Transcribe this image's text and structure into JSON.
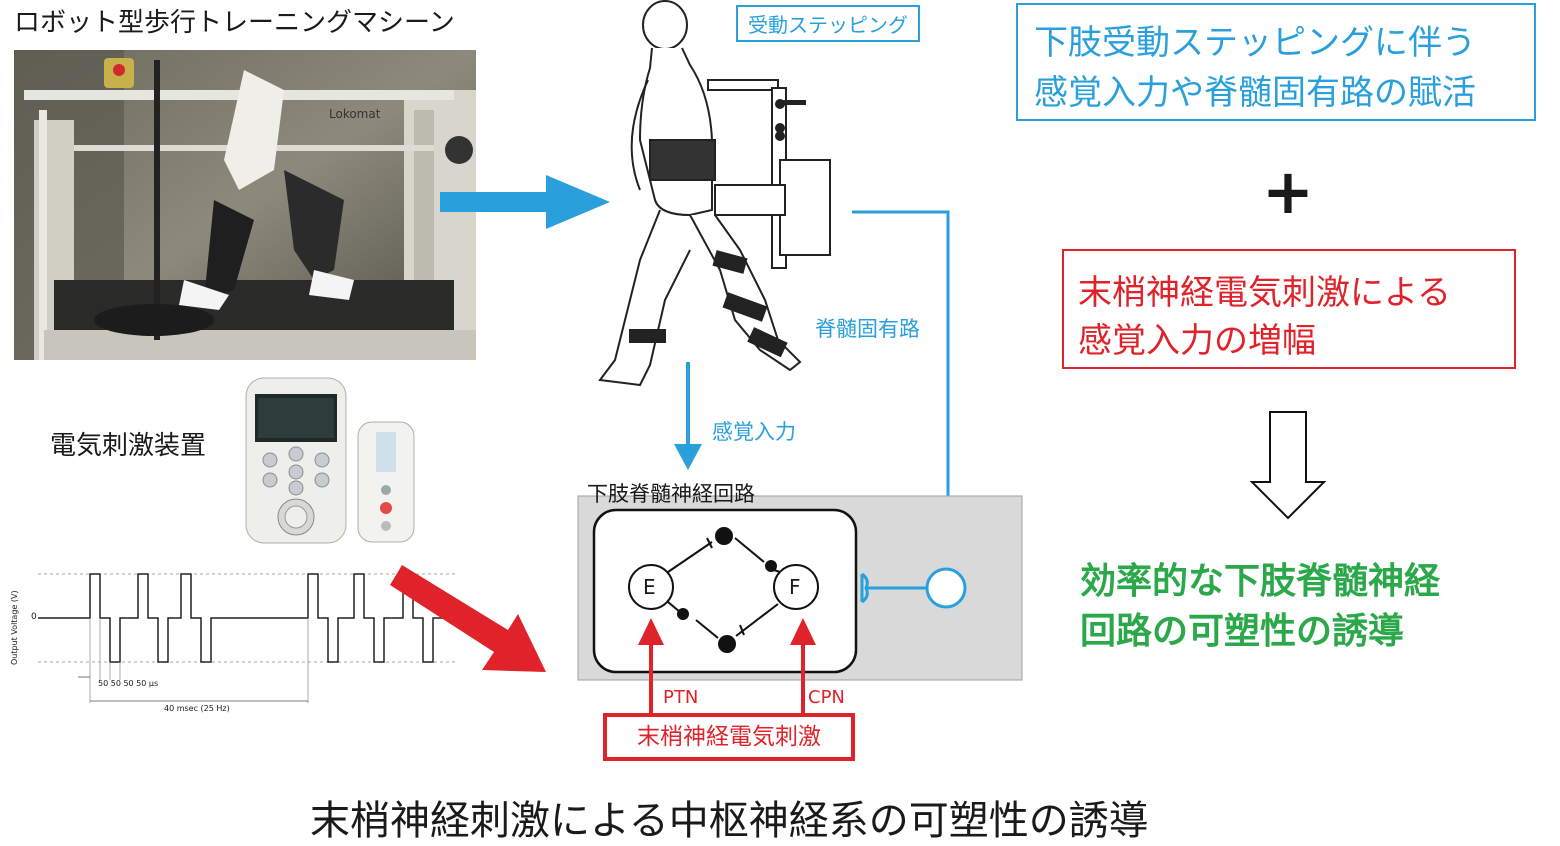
{
  "labels": {
    "robot_title": "ロボット型歩行トレーニングマシーン",
    "device_title": "電気刺激装置",
    "passive_stepping": "受動ステッピング",
    "spinal_path": "脊髄固有路",
    "sensory_input": "感覚入力",
    "circuit_title": "下肢脊髄神経回路",
    "node_e": "E",
    "node_f": "F",
    "ptn": "PTN",
    "cpn": "CPN",
    "stim_box": "末梢神経電気刺激",
    "lokomat": "Lokomat",
    "bottom_title": "末梢神経刺激による中枢神経系の可塑性の誘導"
  },
  "right_panel": {
    "box1_line1": "下肢受動ステッピングに伴う",
    "box1_line2": "感覚入力や脊髄固有路の賦活",
    "plus": "+",
    "box2_line1": "末梢神経電気刺激による",
    "box2_line2": "感覚入力の増幅",
    "result_line1": "効率的な下肢脊髄神経",
    "result_line2": "回路の可塑性の誘導"
  },
  "waveform": {
    "ylabel": "Output Voltage (V)",
    "zero": "0",
    "pulse_widths": "50 50 50 50 μs",
    "period": "40 msec (25 Hz)"
  },
  "colors": {
    "blue": "#29a0dc",
    "red": "#e0232a",
    "green": "#2aa84a",
    "gray_panel": "#d9d9d9"
  }
}
